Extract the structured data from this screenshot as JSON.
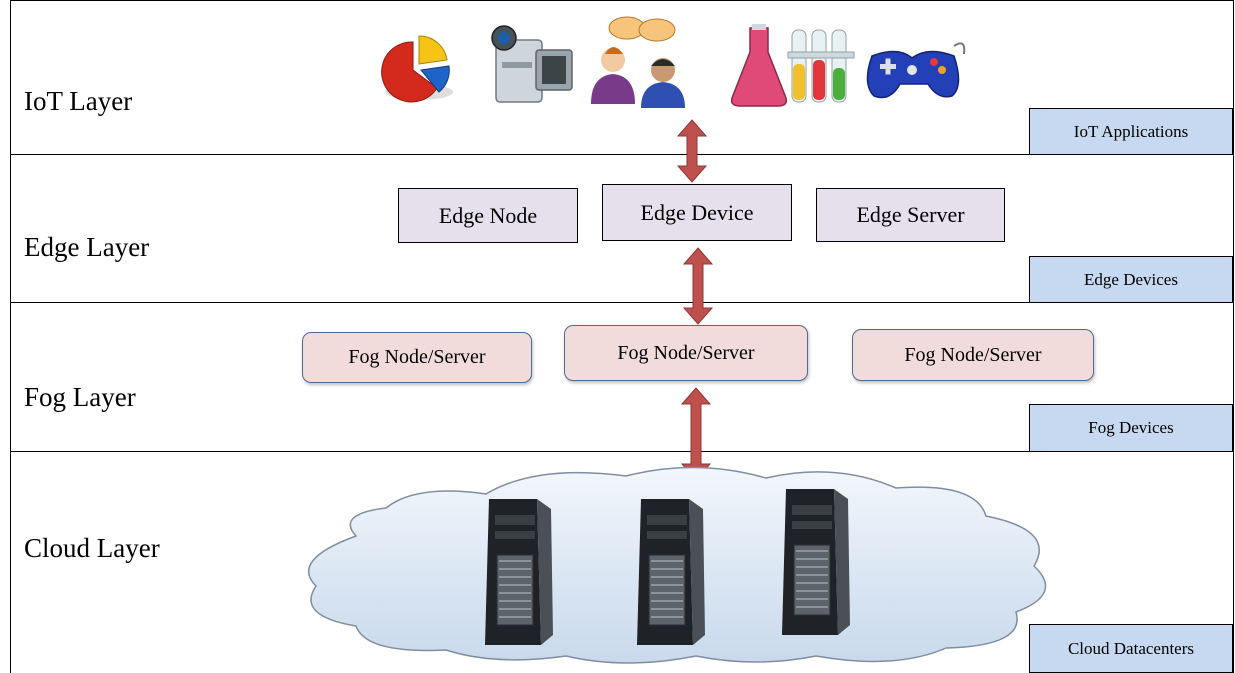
{
  "layers": {
    "iot": {
      "title": "IoT Layer",
      "tag": "IoT Applications"
    },
    "edge": {
      "title": "Edge Layer",
      "tag": "Edge Devices",
      "nodes": [
        "Edge Node",
        "Edge Device",
        "Edge Server"
      ]
    },
    "fog": {
      "title": "Fog Layer",
      "tag": "Fog Devices",
      "nodes": [
        "Fog Node/Server",
        "Fog Node/Server",
        "Fog Node/Server"
      ]
    },
    "cloud": {
      "title": "Cloud Layer",
      "tag": "Cloud Datacenters"
    }
  },
  "iot_icons": [
    "pie-chart-icon",
    "video-camera-icon",
    "chatting-people-icon",
    "lab-test-tubes-icon",
    "gamepad-icon"
  ],
  "cloud_icons": [
    "server-tower-icon",
    "server-tower-icon",
    "server-tower-icon"
  ],
  "colors": {
    "arrow": "#c0504d",
    "edge_box_fill": "#e6e0ec",
    "fog_box_fill": "#f2dcdb",
    "fog_box_border": "#4f6b8f",
    "tag_fill": "#c6d9f1",
    "cloud_fill": "#dce6f2"
  }
}
